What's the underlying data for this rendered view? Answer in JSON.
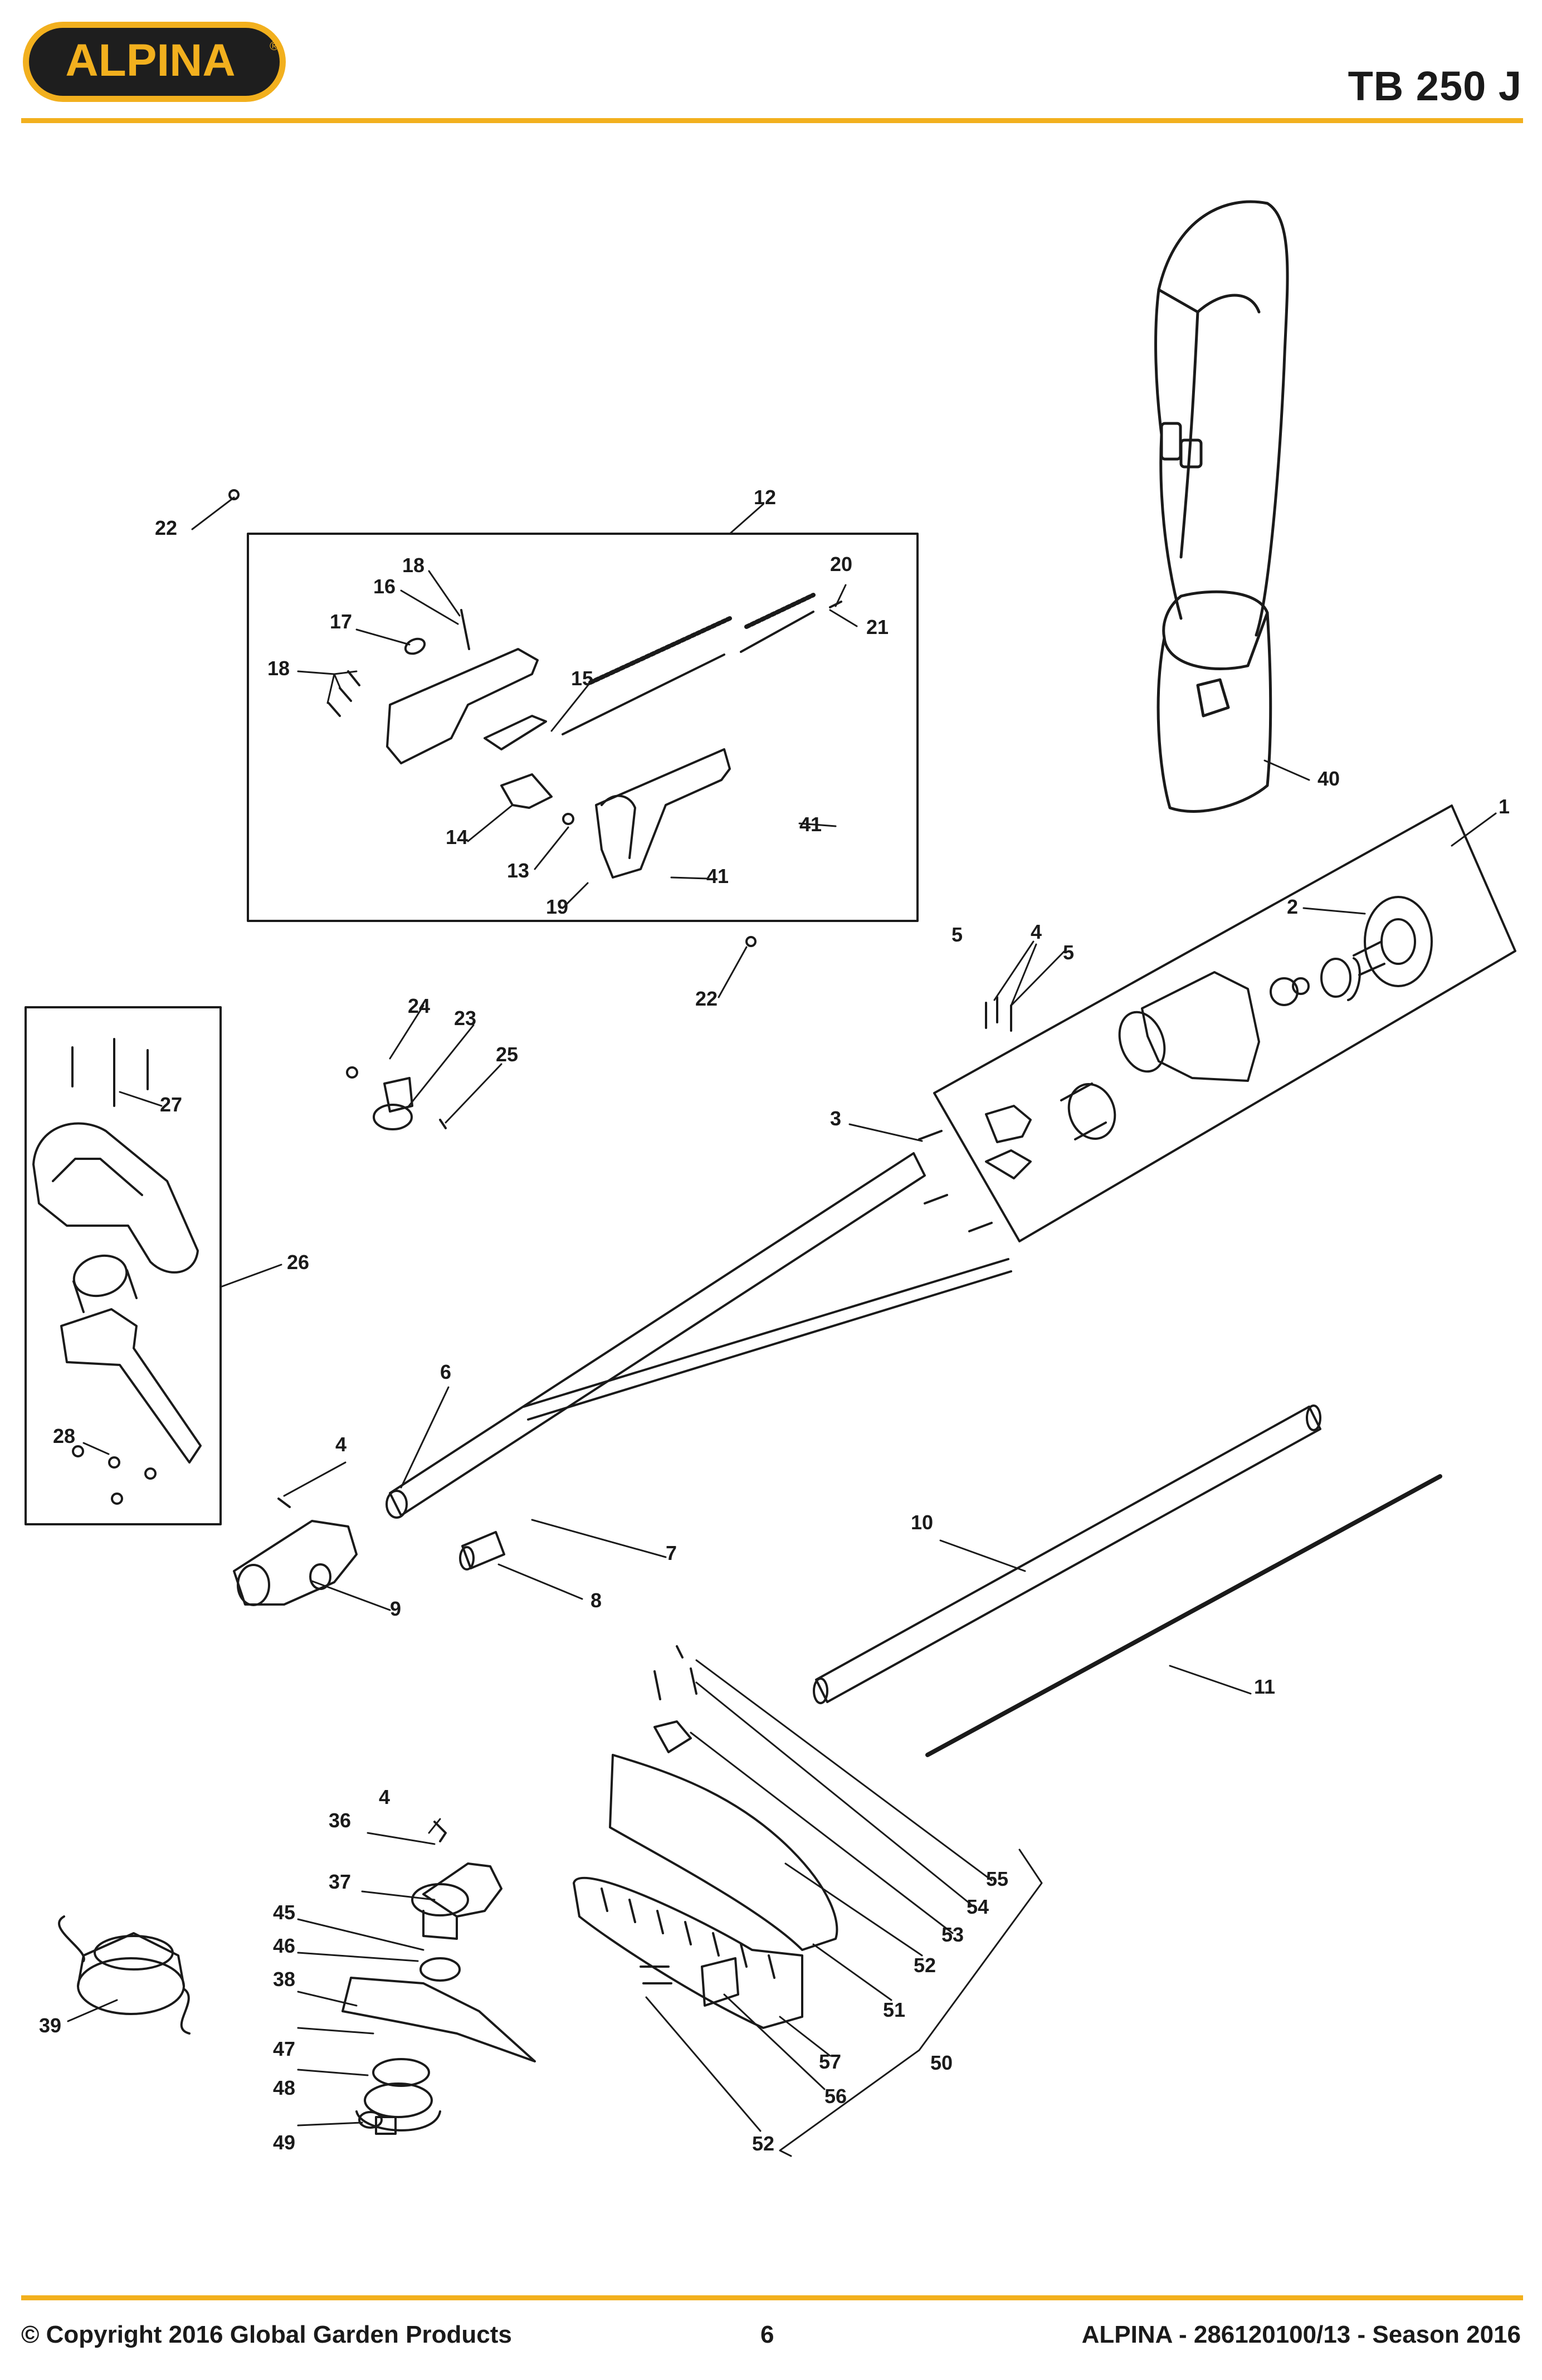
{
  "header": {
    "brand": "ALPINA",
    "brand_mark": "®",
    "model": "TB 250 J"
  },
  "footer": {
    "copyright": "© Copyright 2016 Global Garden Products",
    "page": "6",
    "doc_ref": "ALPINA - 286120100/13 - Season 2016"
  },
  "colors": {
    "accent": "#f2b01e",
    "logo_fill": "#1e1e1e",
    "line": "#1a1a1a"
  },
  "parts": {
    "p1": "1",
    "p2": "2",
    "p3": "3",
    "p4a": "4",
    "p4b": "4",
    "p4c": "4",
    "p5a": "5",
    "p5b": "5",
    "p6": "6",
    "p7": "7",
    "p8": "8",
    "p9": "9",
    "p10": "10",
    "p11": "11",
    "p12": "12",
    "p13": "13",
    "p14": "14",
    "p15": "15",
    "p16": "16",
    "p17": "17",
    "p18a": "18",
    "p18b": "18",
    "p19": "19",
    "p20": "20",
    "p21": "21",
    "p22a": "22",
    "p22b": "22",
    "p23": "23",
    "p24": "24",
    "p25": "25",
    "p26": "26",
    "p27": "27",
    "p28": "28",
    "p36": "36",
    "p37": "37",
    "p38": "38",
    "p39": "39",
    "p40": "40",
    "p41a": "41",
    "p41b": "41",
    "p45": "45",
    "p46": "46",
    "p47": "47",
    "p48": "48",
    "p49": "49",
    "p50": "50",
    "p51": "51",
    "p52a": "52",
    "p52b": "52",
    "p53": "53",
    "p54": "54",
    "p55": "55",
    "p56": "56",
    "p57": "57"
  }
}
